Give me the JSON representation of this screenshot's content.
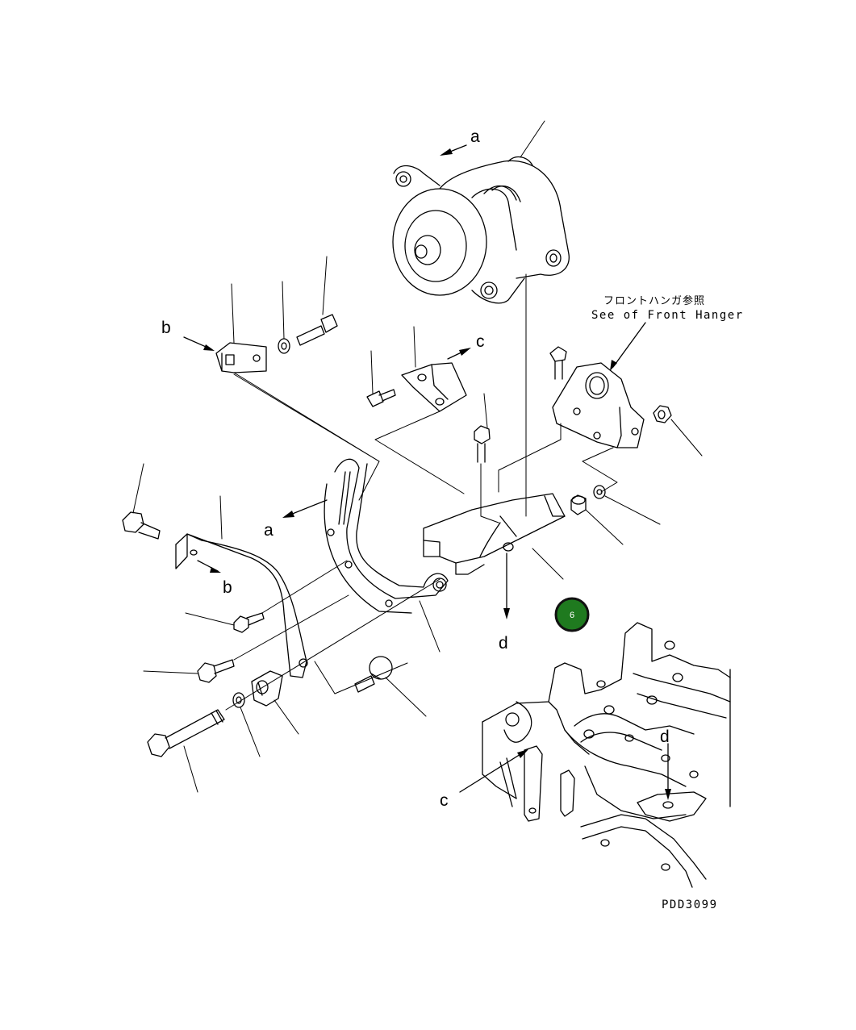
{
  "drawing_id": "PDD3099",
  "note": {
    "jp": "フロントハンガ参照",
    "en": "See of Front Hanger"
  },
  "labels": {
    "a1": "a",
    "a2": "a",
    "b1": "b",
    "b2": "b",
    "c1": "c",
    "c2": "c",
    "d1": "d",
    "d2": "d"
  },
  "badge": {
    "number": "6",
    "color": "#1f7a1f"
  }
}
